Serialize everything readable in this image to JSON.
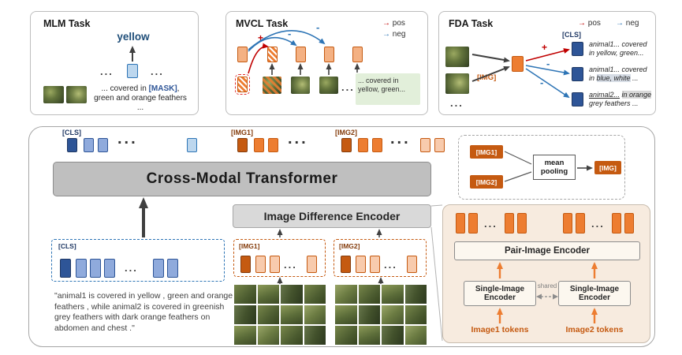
{
  "common": {
    "dots": "...",
    "plus": "+",
    "minus": "-",
    "arrow_glyph": "→"
  },
  "colors": {
    "pos": "#c00000",
    "neg": "#2e75b6",
    "blue_dark": "#2e5597",
    "orange_dark": "#c55a11"
  },
  "mlm_panel": {
    "title": "MLM Task",
    "prediction": "yellow",
    "caption_pre": "... covered in ",
    "caption_mask": "[MASK]",
    "caption_post": ", green and orange feathers ..."
  },
  "mvcl_panel": {
    "title": "MVCL Task",
    "legend_pos": "pos",
    "legend_neg": "neg",
    "caption": "... covered in yellow, green..."
  },
  "fda_panel": {
    "title": "FDA Task",
    "legend_pos": "pos",
    "legend_neg": "neg",
    "cls_label": "[CLS]",
    "img_label": "[IMG]",
    "rows": [
      {
        "prefix": "animal1...",
        "plain": " covered in yellow, green..."
      },
      {
        "prefix": "animal1...",
        "plain": " covered in ",
        "highlight": "blue, white",
        "suffix": " ..."
      },
      {
        "prefix": "animal2...",
        "plain": " ",
        "highlight": "in orange",
        "suffix": " grey feathers ..."
      }
    ]
  },
  "main": {
    "cls_label": "[CLS]",
    "img1_label": "[IMG1]",
    "img2_label": "[IMG2]",
    "transformer": "Cross-Modal Transformer",
    "difference_encoder": "Image Difference Encoder",
    "caption": "\"animal1 is covered in yellow , green and orange feathers , while animal2 is covered in greenish grey feathers with dark orange feathers on abdomen and chest .\"",
    "pooling": {
      "img1": "[IMG1]",
      "img2": "[IMG2]",
      "label": "mean pooling",
      "img": "[IMG]"
    },
    "pair": {
      "pair_encoder": "Pair-Image Encoder",
      "single_encoder_1": "Single-Image Encoder",
      "single_encoder_2": "Single-Image Encoder",
      "shared": "shared",
      "image1_tokens": "Image1 tokens",
      "image2_tokens": "Image2 tokens"
    }
  }
}
